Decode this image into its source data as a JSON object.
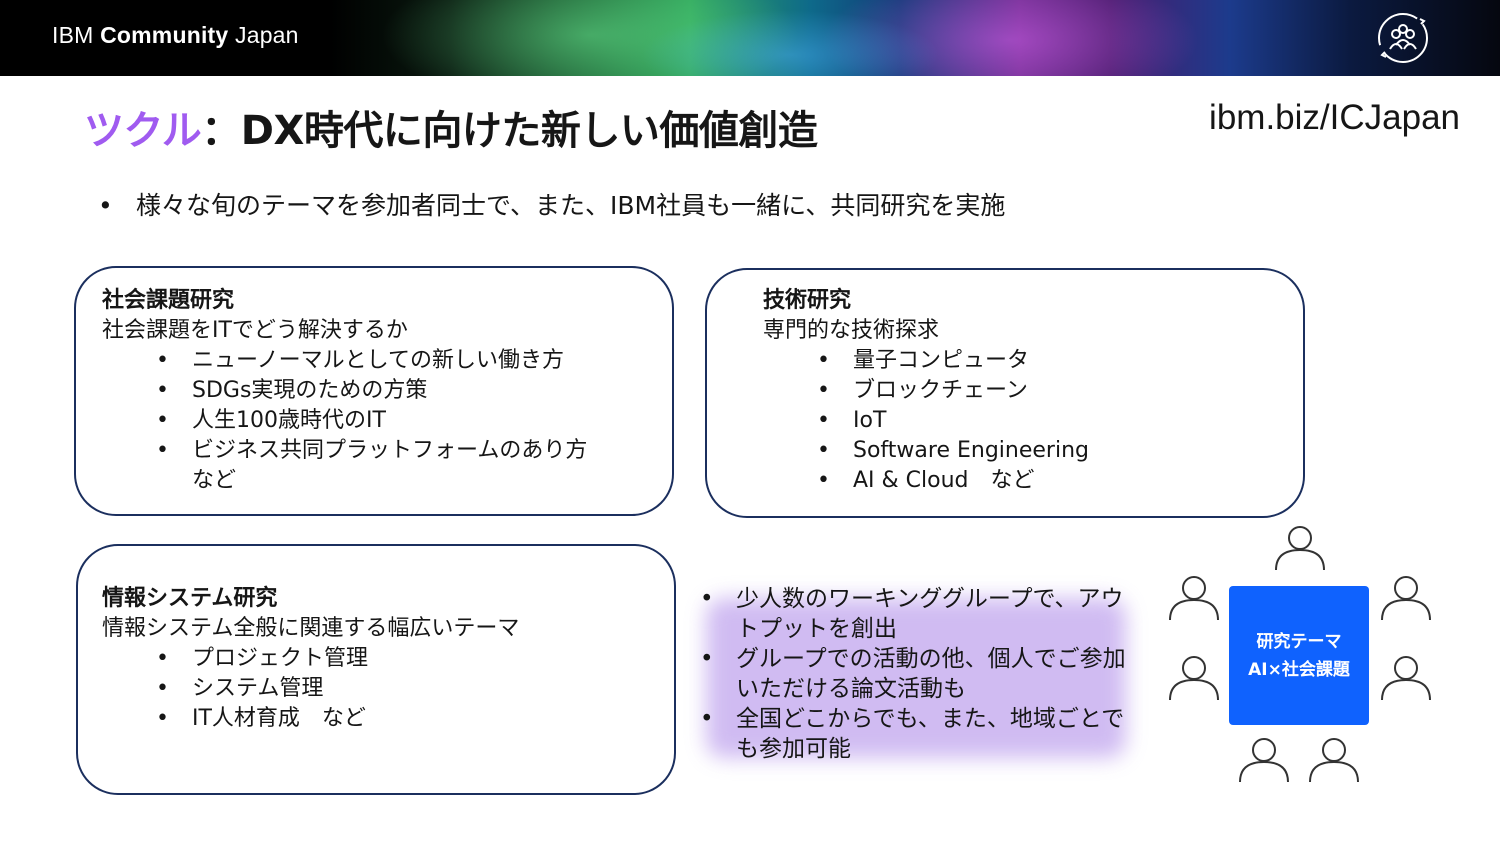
{
  "header": {
    "brand_prefix": "IBM",
    "brand_bold": "Community",
    "brand_suffix": "Japan",
    "icon": "community-people-icon"
  },
  "title": {
    "accent": "ツクル",
    "rest": "：DX時代に向けた新しい価値創造",
    "accent_color": "#a05bf0"
  },
  "url": "ibm.biz/ICJapan",
  "lead": "様々な旬のテーマを参加者同士で、また、IBM社員も一緒に、共同研究を実施",
  "boxes": [
    {
      "title": "社会課題研究",
      "subtitle": "社会課題をITでどう解決するか",
      "items": [
        "ニューノーマルとしての新しい働き方",
        "SDGs実現のための方策",
        "人生100歳時代のIT",
        "ビジネス共同プラットフォームのあり方など"
      ]
    },
    {
      "title": "技術研究",
      "subtitle": "専門的な技術探求",
      "items": [
        "量子コンピュータ",
        "ブロックチェーン",
        "IoT",
        "Software Engineering",
        "AI & Cloud　など"
      ]
    },
    {
      "title": "情報システム研究",
      "subtitle": "情報システム全般に関連する幅広いテーマ",
      "items": [
        "プロジェクト管理",
        "システム管理",
        "IT人材育成　など"
      ]
    }
  ],
  "working_group": [
    "少人数のワーキンググループで、アウトプットを創出",
    "グループでの活動の他、個人でご参加いただける論文活動も",
    "全国どこからでも、また、地域ごとでも参加可能"
  ],
  "diagram": {
    "line1": "研究テーマ",
    "line2": "AI×社会課題",
    "card_color": "#0f62fe",
    "person_icon": "person-outline-icon"
  }
}
